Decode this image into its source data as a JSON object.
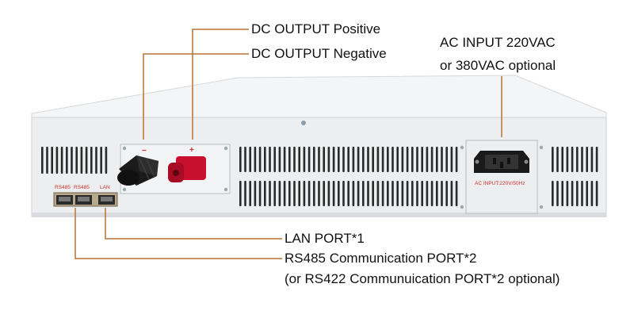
{
  "callouts": {
    "dc_positive": "DC OUTPUT Positive",
    "dc_negative": "DC OUTPUT Negative",
    "ac_input_line1": "AC INPUT 220VAC",
    "ac_input_line2": "or 380VAC optional",
    "lan_port": "LAN PORT*1",
    "rs485_port": "RS485 Communication PORT*2",
    "rs422_note": "(or RS422 Communuication PORT*2 optional)"
  },
  "panel_labels": {
    "rs485_a": "RS485",
    "rs485_b": "RS485",
    "lan": "LAN",
    "ac_input_rating": "AC INPUT:220V/50Hz",
    "minus": "−",
    "plus": "+"
  },
  "colors": {
    "leader_line": "#b87333",
    "chassis": "#eef0f2",
    "vent": "#2a2a2a",
    "terminal_red": "#c8102e",
    "terminal_black": "#1b1b1b",
    "label_red": "#d0312d"
  }
}
